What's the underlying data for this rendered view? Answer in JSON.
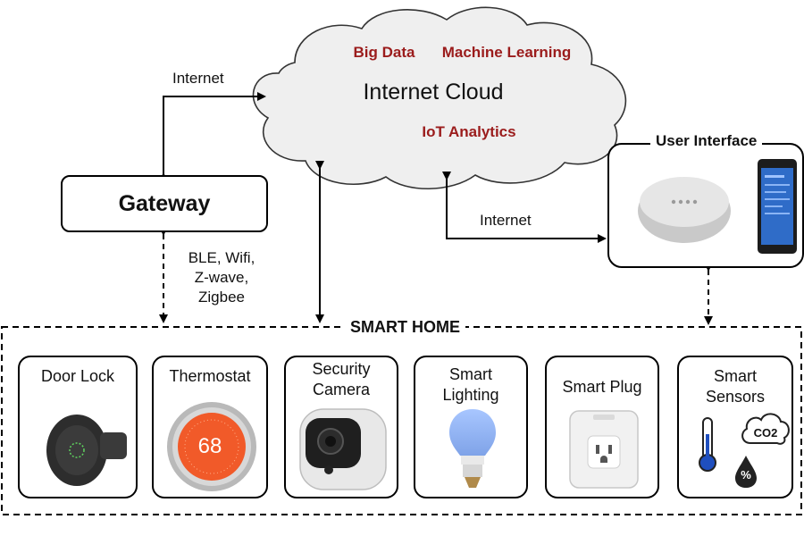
{
  "cloud": {
    "title": "Internet Cloud",
    "tags": [
      "Big Data",
      "Machine Learning",
      "IoT Analytics"
    ],
    "tag_color": "#9b1c1c"
  },
  "gateway": {
    "label": "Gateway"
  },
  "links": {
    "internet_gateway": "Internet",
    "internet_ui": "Internet",
    "protocols": [
      "BLE, Wifi,",
      "Z-wave,",
      "Zigbee"
    ]
  },
  "user_interface": {
    "title": "User Interface",
    "devices": [
      "smart-speaker",
      "smartphone"
    ]
  },
  "smart_home": {
    "title": "SMART HOME",
    "devices": [
      {
        "id": "door-lock",
        "lines": [
          "Door Lock"
        ]
      },
      {
        "id": "thermostat",
        "lines": [
          "Thermostat"
        ],
        "display": "68"
      },
      {
        "id": "security-camera",
        "lines": [
          "Security",
          "Camera"
        ]
      },
      {
        "id": "smart-lighting",
        "lines": [
          "Smart",
          "Lighting"
        ]
      },
      {
        "id": "smart-plug",
        "lines": [
          "Smart Plug"
        ]
      },
      {
        "id": "smart-sensors",
        "lines": [
          "Smart",
          "Sensors"
        ],
        "badges": [
          "CO2",
          "%"
        ]
      }
    ]
  }
}
